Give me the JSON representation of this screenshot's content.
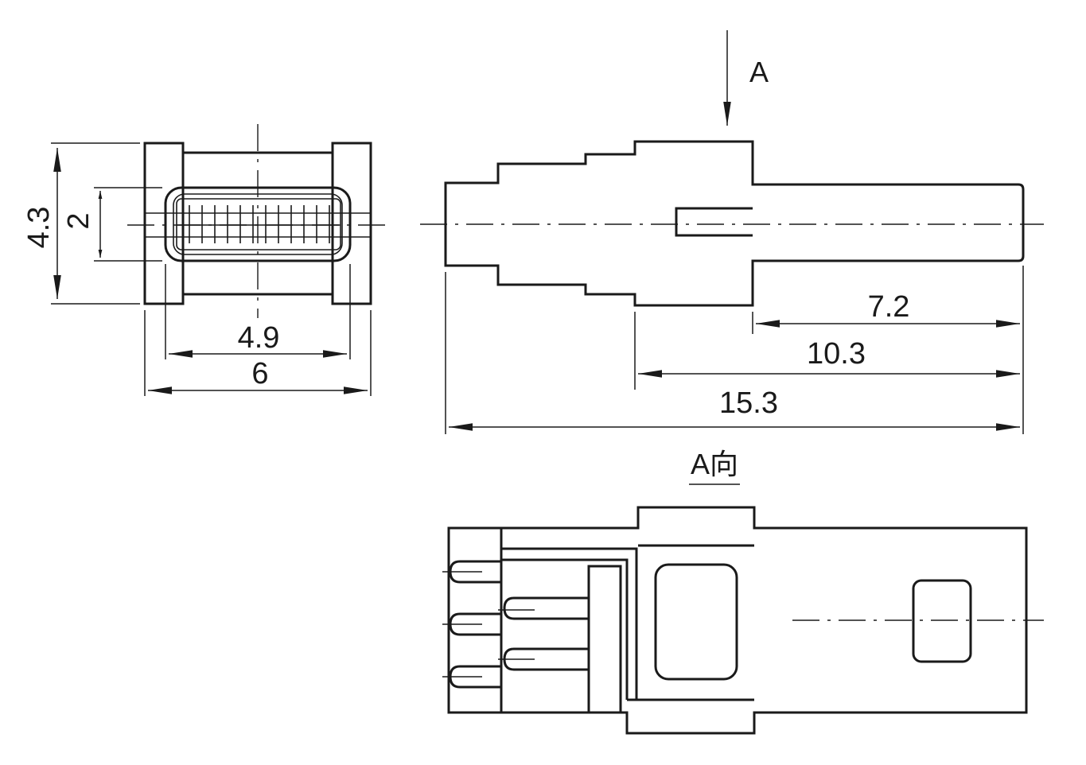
{
  "dimensions": {
    "height_total": "4.3",
    "height_slot": "2",
    "width_inner": "4.9",
    "width_total": "6",
    "len_tail": "7.2",
    "len_body_tail": "10.3",
    "len_total": "15.3"
  },
  "labels": {
    "view_arrow": "A",
    "view_a_title": "A向"
  },
  "colors": {
    "line": "#1a1a1a",
    "background": "#ffffff"
  }
}
